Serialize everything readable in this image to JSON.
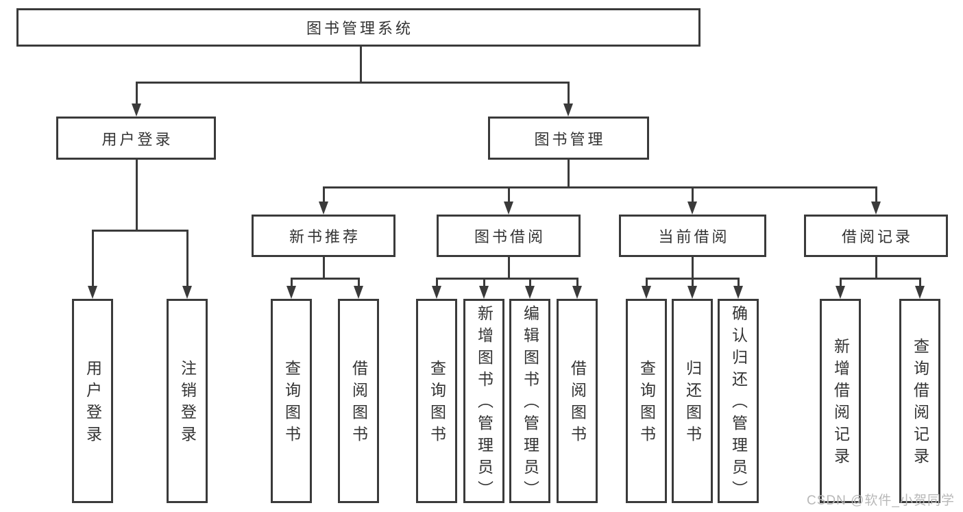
{
  "diagram": {
    "title": "图书管理系统",
    "root": {
      "label": "图书管理系统"
    },
    "level1": [
      {
        "label": "用户登录"
      },
      {
        "label": "图书管理"
      }
    ],
    "level2": [
      {
        "label": "新书推荐",
        "parent": "图书管理"
      },
      {
        "label": "图书借阅",
        "parent": "图书管理"
      },
      {
        "label": "当前借阅",
        "parent": "图书管理"
      },
      {
        "label": "借阅记录",
        "parent": "图书管理"
      }
    ],
    "leaves": [
      {
        "label": "用户登录",
        "parent": "用户登录"
      },
      {
        "label": "注销登录",
        "parent": "用户登录"
      },
      {
        "label": "查询图书",
        "parent": "新书推荐"
      },
      {
        "label": "借阅图书",
        "parent": "新书推荐"
      },
      {
        "label": "查询图书",
        "parent": "图书借阅"
      },
      {
        "label": "新增图书（管理员）",
        "parent": "图书借阅"
      },
      {
        "label": "编辑图书（管理员）",
        "parent": "图书借阅"
      },
      {
        "label": "借阅图书",
        "parent": "图书借阅"
      },
      {
        "label": "查询图书",
        "parent": "当前借阅"
      },
      {
        "label": "归还图书",
        "parent": "当前借阅"
      },
      {
        "label": "确认归还（管理员）",
        "parent": "当前借阅"
      },
      {
        "label": "新增借阅记录",
        "parent": "借阅记录"
      },
      {
        "label": "查询借阅记录",
        "parent": "借阅记录"
      }
    ],
    "watermark": "CSDN @软件_小贺同学",
    "colors": {
      "line": "#3a3a3a",
      "text": "#333333",
      "watermark": "#b8b8b8",
      "background": "#ffffff"
    }
  }
}
